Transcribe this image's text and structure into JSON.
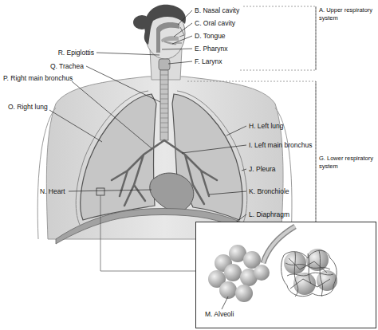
{
  "diagram": {
    "labels": [
      "B. Nasal cavity",
      "A. Upper respiratory system",
      "C. Oral cavity",
      "D. Tongue",
      "R. Epiglottis",
      "E. Pharynx",
      "F. Larynx",
      "Q. Trachea",
      "P. Right main bronchus",
      "H. Left lung",
      "O. Right lung",
      "I. Left main bronchus",
      "G. Lower respiratory system",
      "J. Pleura",
      "N. Heart",
      "K. Bronchiole",
      "L. Diaphragm",
      "M. Alveoli"
    ]
  }
}
